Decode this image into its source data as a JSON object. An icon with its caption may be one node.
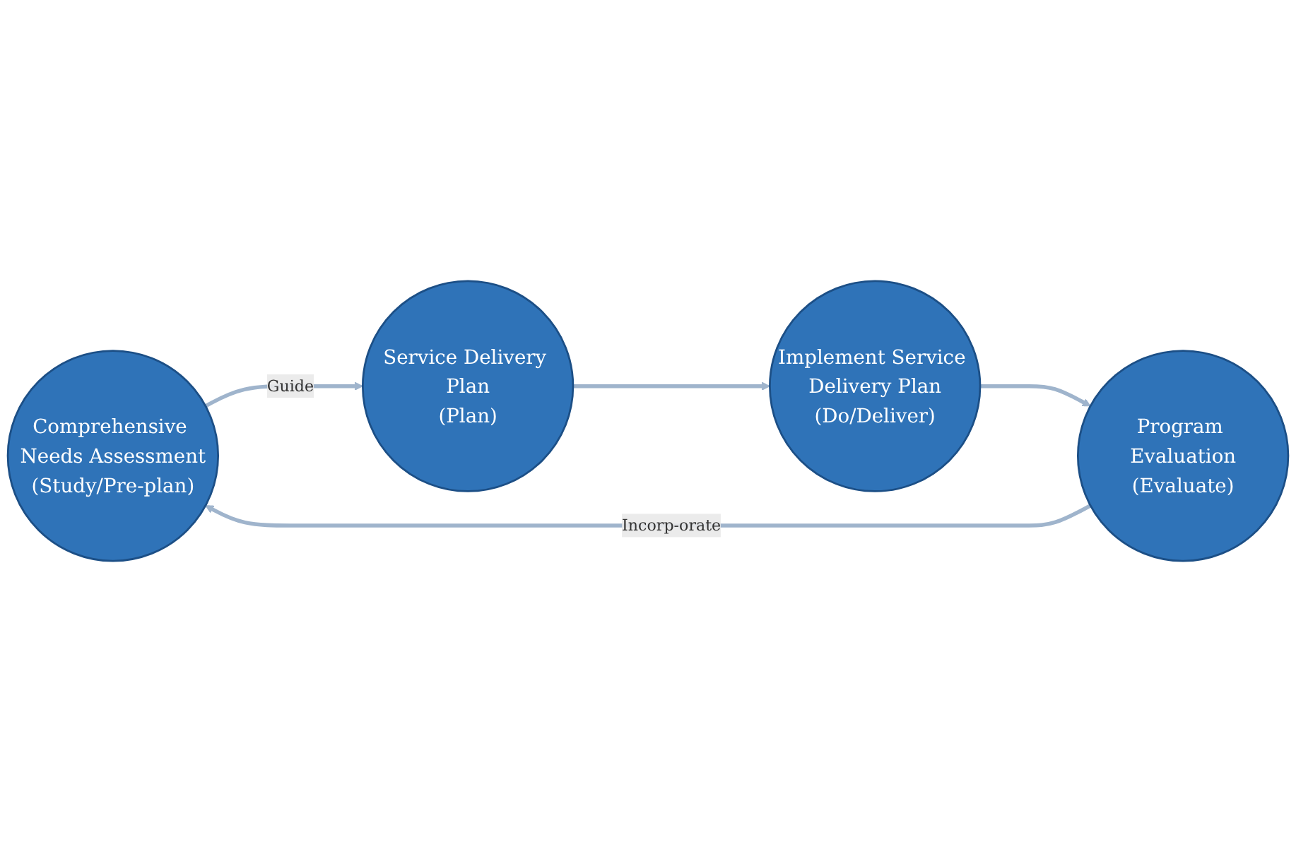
{
  "diagram": {
    "nodes": [
      {
        "text": [
          "Comprehensive Needs Assessment",
          "(Study/Pre-plan)"
        ]
      },
      {
        "text": [
          "Service Delivery Plan",
          "(Plan)"
        ]
      },
      {
        "text": [
          "Implement Service Delivery Plan",
          "(Do/Deliver)"
        ]
      },
      {
        "text": [
          "Program Evaluation",
          "(Evaluate)"
        ]
      }
    ],
    "edges": [
      {
        "from": 0,
        "to": 1,
        "label": "Guide",
        "arrow": "to"
      },
      {
        "from": 1,
        "to": 2,
        "arrow": "to"
      },
      {
        "from": 2,
        "to": 3,
        "arrow": "to"
      },
      {
        "from": 3,
        "to": 0,
        "label": "Incorp-orate",
        "arrow": "to"
      }
    ]
  }
}
